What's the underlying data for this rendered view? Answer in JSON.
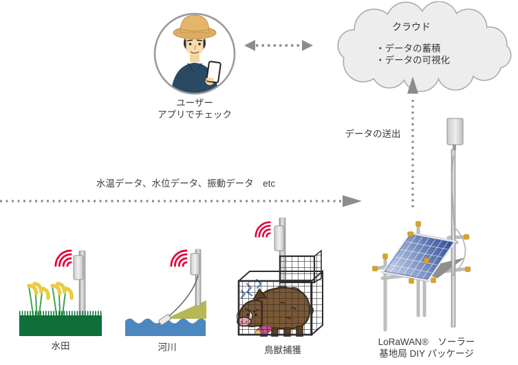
{
  "cloud": {
    "title": "クラウド",
    "bullets": [
      "・データの蓄積",
      "・データの可視化"
    ]
  },
  "user": {
    "lines": [
      "ユーザー",
      "アプリでチェック"
    ]
  },
  "flows": {
    "upload_label": "データの送出",
    "sensor_label": "水温データ、水位データ、振動データ　etc"
  },
  "scenes": [
    {
      "label": "水田"
    },
    {
      "label": "河川"
    },
    {
      "label": "鳥獣捕獲"
    }
  ],
  "station": {
    "lines": [
      "LoRaWAN®　ソーラー",
      "基地局 DIY パッケージ"
    ]
  },
  "icons": {
    "radio_waves_icon": "red concentric signal arcs",
    "cloud_icon": "gray cloud outline",
    "user_avatar": "farmer with straw hat holding smartphone",
    "antenna_icon": "white LoRaWAN antenna box on pole",
    "solar_panel_icon": "tilted blue solar panel on scaffold frame",
    "dotted_arrow_icon": "gray dotted arrow"
  },
  "colors": {
    "signal_red": "#E60039",
    "field_green": "#0E6F38",
    "water_blue": "#4D87C0",
    "bank_olive": "#B8B757",
    "solar_blue_dark": "#2B4A96",
    "solar_blue_light": "#CDD8F0",
    "cloud_fill": "#EDEDED",
    "cloud_border": "#A8A8A8",
    "arrow_gray": "#8C8C8C",
    "cage_dark": "#2D2D2D",
    "boar_brown": "#7A5836",
    "joint_yellow": "#DCA422",
    "shirt_navy": "#2A4A63",
    "hat_tan": "#DCAC62",
    "text": "#3B3B3B"
  }
}
